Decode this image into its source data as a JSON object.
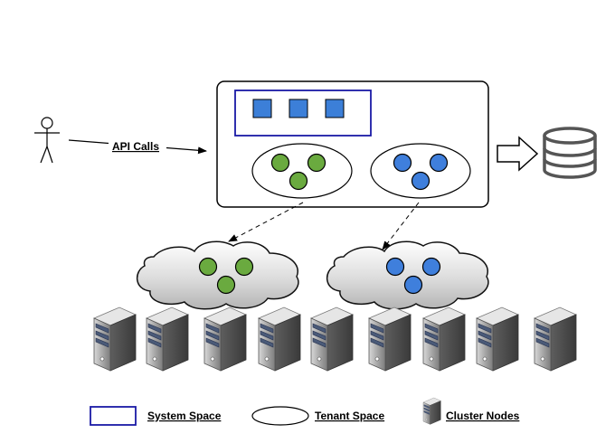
{
  "labels": {
    "api_calls": "API Calls"
  },
  "legend": {
    "system_space": "System Space",
    "tenant_space": "Tenant Space",
    "cluster_nodes": "Cluster Nodes"
  },
  "colors": {
    "system_space_border": "#1a1aa6",
    "system_square": "#3c7fd8",
    "tenant_green": "#6aaa3f",
    "tenant_blue": "#3f7fdc",
    "outline": "#000000",
    "database": "#555555"
  },
  "icons": {
    "user": "stick-figure-icon",
    "database": "database-icon",
    "server": "server-icon",
    "cloud": "cloud-icon"
  },
  "counts": {
    "system_squares": 3,
    "cluster_nodes": 9
  }
}
